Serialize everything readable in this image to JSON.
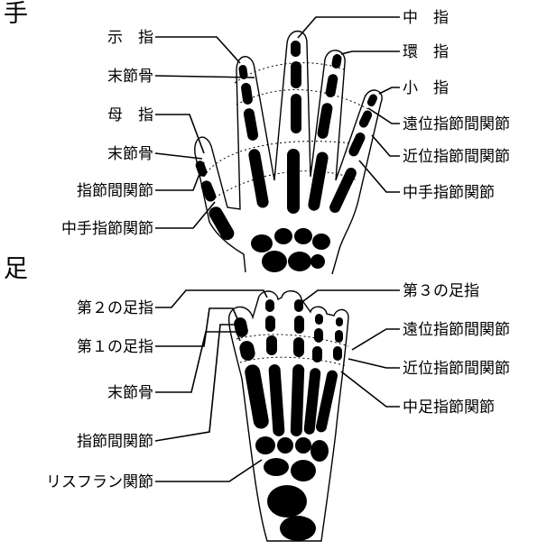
{
  "hand": {
    "title": "手",
    "labels": {
      "index_finger": "示　指",
      "distal_phalanx_1": "末節骨",
      "thumb": "母　指",
      "distal_phalanx_2": "末節骨",
      "interphalangeal_joint": "指節間関節",
      "metacarpophalangeal_left": "中手指節関節",
      "middle_finger": "中　指",
      "ring_finger": "環　指",
      "little_finger": "小　指",
      "distal_ip_joint": "遠位指節間関節",
      "proximal_ip_joint": "近位指節間関節",
      "metacarpophalangeal_right": "中手指節関節"
    }
  },
  "foot": {
    "title": "足",
    "labels": {
      "second_toe": "第２の足指",
      "first_toe": "第１の足指",
      "distal_phalanx": "末節骨",
      "interphalangeal_joint": "指節間関節",
      "lisfranc_joint": "リスフラン関節",
      "third_toe": "第３の足指",
      "distal_ip_joint": "遠位指節間関節",
      "proximal_ip_joint": "近位指節間関節",
      "metatarsophalangeal_joint": "中足指節関節"
    }
  },
  "colors": {
    "ink": "#000000",
    "background": "#ffffff"
  }
}
